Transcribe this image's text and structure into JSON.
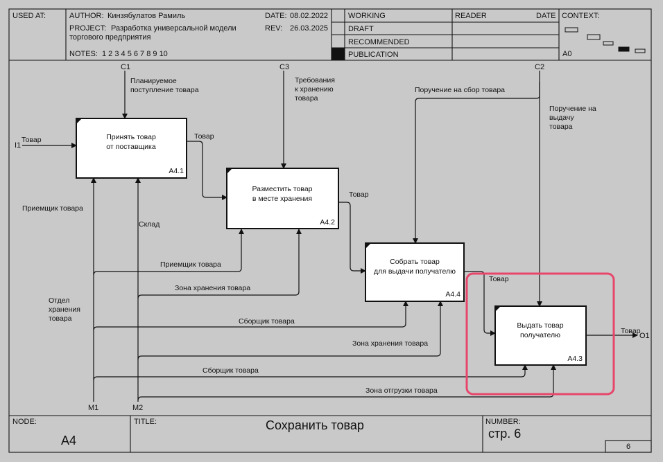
{
  "header": {
    "used_at": "USED AT:",
    "author_label": "AUTHOR:",
    "author": "Кинзябулатов Рамиль",
    "project_label": "PROJECT:",
    "project_line1": "Разработка универсальной модели",
    "project_line2": "торгового предприятия",
    "notes_label": "NOTES:",
    "notes": "1 2 3 4 5 6 7 8 9 10",
    "date_label": "DATE:",
    "date": "08.02.2022",
    "rev_label": "REV:",
    "rev": "26.03.2025",
    "status": [
      "WORKING",
      "DRAFT",
      "RECOMMENDED",
      "PUBLICATION"
    ],
    "reader": "READER",
    "reader_date": "DATE",
    "context": "CONTEXT:",
    "context_node": "A0"
  },
  "boxes": [
    {
      "line1": "Принять товар",
      "line2": "от поставщика",
      "id": "A4.1"
    },
    {
      "line1": "Разместить товар",
      "line2": "в месте хранения",
      "id": "A4.2"
    },
    {
      "line1": "Собрать товар",
      "line2": "для выдачи получателю",
      "id": "A4.4"
    },
    {
      "line1": "Выдать товар",
      "line2": "получателю",
      "id": "A4.3"
    }
  ],
  "tunnels": {
    "c1": "C1",
    "c2": "C2",
    "c3": "C3",
    "i1": "I1",
    "o1": "O1",
    "m1": "M1",
    "m2": "M2"
  },
  "labels": {
    "c1_a": "Планируемое",
    "c1_b": "поступление товара",
    "c3_a": "Требования",
    "c3_b": "к хранению",
    "c3_c": "товара",
    "c2_sbor": "Поручение на сбор товара",
    "c2_vyd_a": "Поручение на",
    "c2_vyd_b": "выдачу",
    "c2_vyd_c": "товара",
    "i1_tovar": "Товар",
    "tovar_12": "Товар",
    "tovar_24": "Товар",
    "tovar_43": "Товар",
    "tovar_out": "Товар",
    "priemshik_left": "Приемщик товара",
    "sklad": "Склад",
    "priemshik_mid": "Приемщик товара",
    "zona_hran_1": "Зона хранения товара",
    "otdel_a": "Отдел",
    "otdel_b": "хранения",
    "otdel_c": "товара",
    "sborshik_1": "Сборщик товара",
    "zona_hran_2": "Зона хранения товара",
    "sborshik_2": "Сборщик товара",
    "zona_otgr": "Зона отгрузки товара"
  },
  "footer": {
    "node_label": "NODE:",
    "node": "A4",
    "title_label": "TITLE:",
    "title": "Сохранить товар",
    "number_label": "NUMBER:",
    "number": "стр. 6",
    "page": "6"
  },
  "highlight_color": "#e8456b"
}
